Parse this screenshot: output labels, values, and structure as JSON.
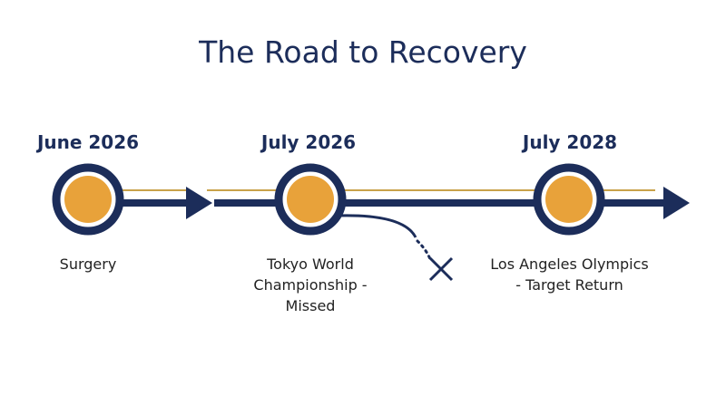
{
  "title": "The Road to Recovery",
  "colors": {
    "navy": "#1c2d5a",
    "orange": "#e8a23a",
    "gold_line": "#c9a24a"
  },
  "milestones": [
    {
      "date": "June 2026",
      "label": "Surgery"
    },
    {
      "date": "July 2026",
      "label": "Tokyo World Championship - Missed"
    },
    {
      "date": "July 2028",
      "label": "Los Angeles Olympics - Target Return"
    }
  ],
  "icons": [
    "arrow-right-icon",
    "x-mark-icon"
  ]
}
